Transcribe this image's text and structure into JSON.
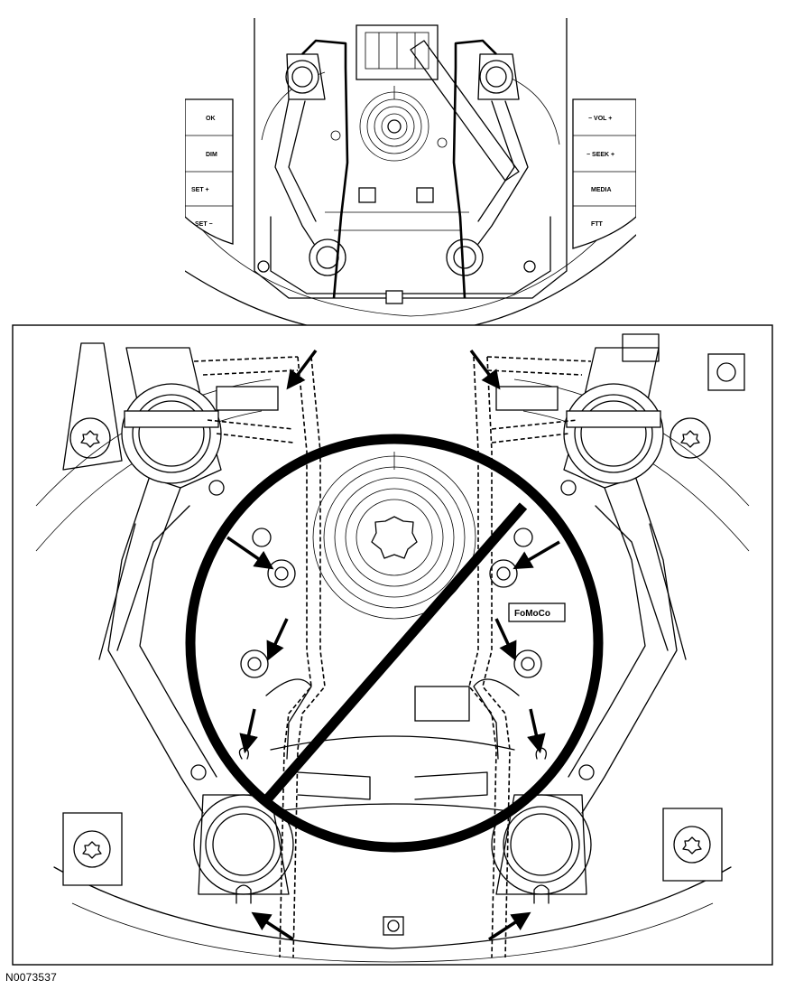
{
  "figure_id": "N0073537",
  "buttons_left": [
    "OK",
    "DIM",
    "SET +",
    "SET −"
  ],
  "buttons_right": [
    "− VOL +",
    "− SEEK +",
    "MEDIA",
    "FTT"
  ],
  "logo": "FoMoCo",
  "prohibition_color": "#000000"
}
